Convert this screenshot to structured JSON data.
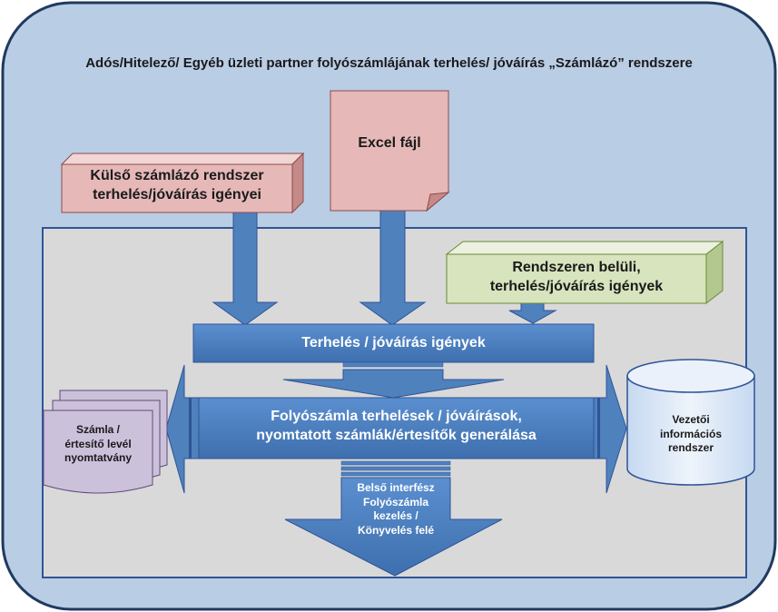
{
  "title": "Adós/Hitelező/ Egyéb üzleti partner folyószámlájának terhelés/ jóváírás „Számlázó” rendszere",
  "external_box": {
    "line1": "Külső  számlázó  rendszer",
    "line2": "terhelés/jóváírás  igényei"
  },
  "excel_box": {
    "label": "Excel fájl"
  },
  "internal_box": {
    "line1": "Rendszeren  belüli,",
    "line2": "terhelés/jóváírás  igények"
  },
  "requests_bar": {
    "label": "Terhelés  /  jóváírás  igények"
  },
  "processing_bar": {
    "line1": "Folyószámla  terhelések  /  jóváírások,",
    "line2": "nyomtatott  számlák/értesítők  generálása"
  },
  "output_docs": {
    "line1": "Számla /",
    "line2": "értesítő levél",
    "line3": "nyomtatvány"
  },
  "mis_db": {
    "line1": "Vezetői",
    "line2": "információs",
    "line3": "rendszer"
  },
  "interface_arrow": {
    "line1": "Belső interfész",
    "line2": "Folyószámla",
    "line3": "kezelés /",
    "line4": "Könyvelés felé"
  },
  "colors": {
    "outer_bg": "#b9cde5",
    "outer_border": "#1f3a60",
    "inner_bg": "#d9d9d9",
    "blue_box": "#4f81bd",
    "pink_box": "#e6b9b8",
    "green_box": "#d7e4bd",
    "lavender_box": "#ccc1da",
    "light_blue": "#dbe7f5"
  }
}
